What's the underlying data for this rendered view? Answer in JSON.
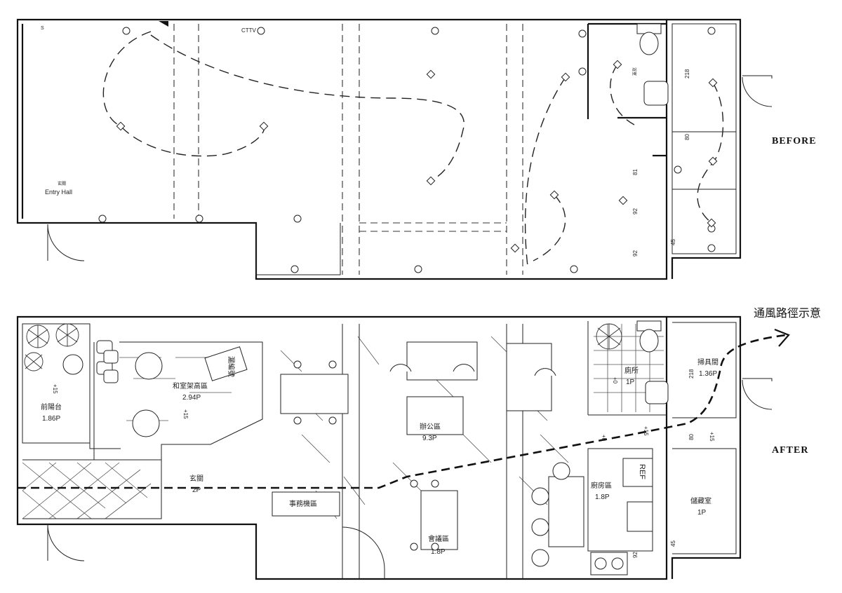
{
  "before": {
    "side_label": "BEFORE",
    "entry_cn": "玄關",
    "entry_en": "Entry Hall",
    "bath_cn": "浴室",
    "light_tag": "CTTV",
    "corner_mark": "S",
    "dimensions": [
      "218",
      "80",
      "81",
      "92",
      "92",
      "45"
    ]
  },
  "after": {
    "side_label": "AFTER",
    "ventilation_caption": "通風路徑示意",
    "rooms": [
      {
        "name": "前陽台",
        "area": "1.86P"
      },
      {
        "name": "和室架高區",
        "area": "2.94P"
      },
      {
        "name": "玄關",
        "area": "2P"
      },
      {
        "name": "辦公區",
        "area": "9.3P"
      },
      {
        "name": "會議區",
        "area": "1.8P"
      },
      {
        "name": "廚房區",
        "area": "1.8P"
      },
      {
        "name": "廁所",
        "area": "1P"
      },
      {
        "name": "掃具間",
        "area": "1.36P"
      },
      {
        "name": "儲藏室",
        "area": "1P"
      }
    ],
    "office_machine": "事務機區",
    "sign": "漏編號",
    "fridge": "REF",
    "level_marks": [
      "+15",
      "+15",
      "+0",
      "+0",
      "+15",
      "+15"
    ],
    "dimensions": [
      "218",
      "80",
      "92",
      "45"
    ]
  }
}
